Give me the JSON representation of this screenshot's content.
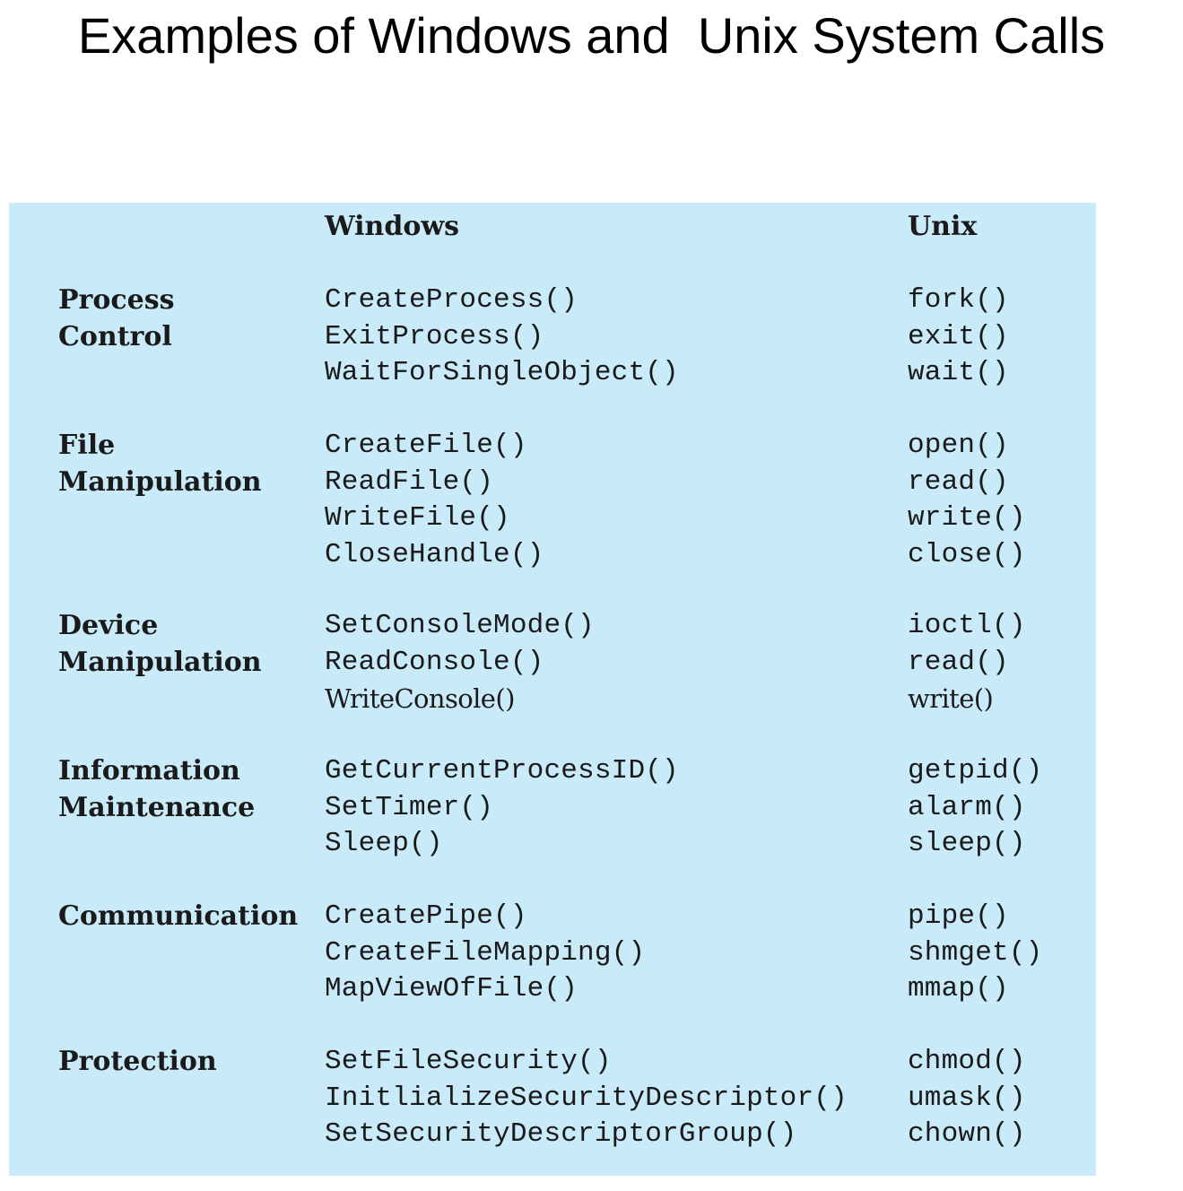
{
  "title": "Examples of Windows and  Unix System Calls",
  "table": {
    "headers": {
      "windows": "Windows",
      "unix": "Unix"
    },
    "groups": [
      {
        "category": [
          "Process",
          "Control"
        ],
        "windows": [
          "CreateProcess()",
          "ExitProcess()",
          "WaitForSingleObject()"
        ],
        "unix": [
          "fork()",
          "exit()",
          "wait()"
        ]
      },
      {
        "category": [
          "File",
          "Manipulation"
        ],
        "windows": [
          "CreateFile()",
          "ReadFile()",
          "WriteFile()",
          "CloseHandle()"
        ],
        "unix": [
          "open()",
          "read()",
          "write()",
          "close()"
        ]
      },
      {
        "category": [
          "Device",
          "Manipulation"
        ],
        "windows": [
          "SetConsoleMode()",
          "ReadConsole()",
          "WriteConsole()"
        ],
        "unix": [
          "ioctl()",
          "read()",
          "write()"
        ]
      },
      {
        "category": [
          "Information",
          "Maintenance"
        ],
        "windows": [
          "GetCurrentProcessID()",
          "SetTimer()",
          "Sleep()"
        ],
        "unix": [
          "getpid()",
          "alarm()",
          "sleep()"
        ]
      },
      {
        "category": [
          "Communication"
        ],
        "windows": [
          "CreatePipe()",
          "CreateFileMapping()",
          "MapViewOfFile()"
        ],
        "unix": [
          "pipe()",
          "shmget()",
          "mmap()"
        ]
      },
      {
        "category": [
          "Protection"
        ],
        "windows": [
          "SetFileSecurity()",
          "InitlializeSecurityDescriptor()",
          "SetSecurityDescriptorGroup()"
        ],
        "unix": [
          "chmod()",
          "umask()",
          "chown()"
        ]
      }
    ]
  }
}
